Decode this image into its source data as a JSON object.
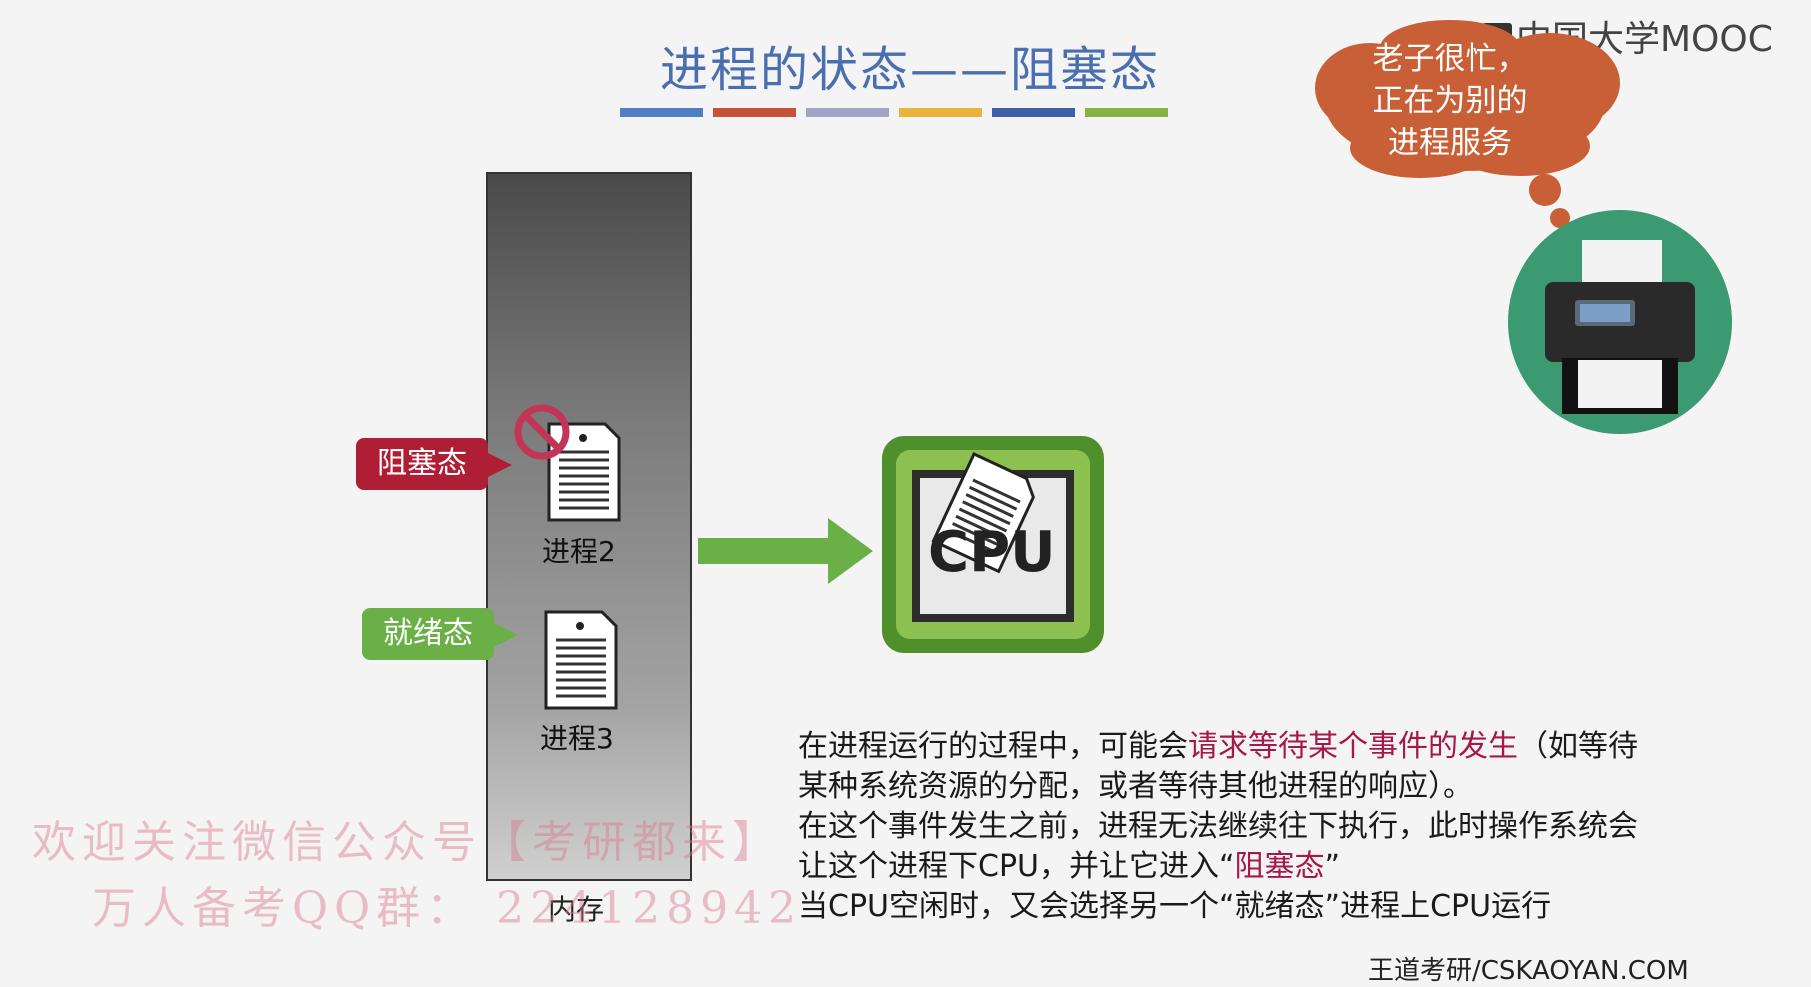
{
  "title": "进程的状态——阻塞态",
  "title_bar_colors": [
    "#4f7ec4",
    "#c8513c",
    "#a3a3c7",
    "#e8b53a",
    "#3e5fa8",
    "#88b244"
  ],
  "logo": {
    "text": "中国大学MOOC"
  },
  "cloud": {
    "lines": [
      "老子很忙，",
      "正在为别的",
      "进程服务"
    ],
    "color": "#c95f36"
  },
  "memory": {
    "label": "内存"
  },
  "processes": [
    {
      "name": "进程2",
      "state_tag": "阻塞态",
      "tag_color": "#b01e35"
    },
    {
      "name": "进程3",
      "state_tag": "就绪态",
      "tag_color": "#6bb046"
    }
  ],
  "cpu": {
    "label": "CPU"
  },
  "description": {
    "line1_pre": "在进程运行的过程中，可能会",
    "line1_hl": "请求等待某个事件的发生",
    "line1_post": "（如等待",
    "line2": "某种系统资源的分配，或者等待其他进程的响应）。",
    "line3": "在这个事件发生之前，进程无法继续往下执行，此时操作系统会",
    "line4_pre": "让这个进程下CPU，并让它进入“",
    "line4_hl": "阻塞态",
    "line4_post": "”",
    "line5": "当CPU空闲时，又会选择另一个“就绪态”进程上CPU运行"
  },
  "watermark": {
    "line1": "欢迎关注微信公众号【考研都来】",
    "line2": "万人备考QQ群： 224128942"
  },
  "brand": "王道考研/CSKAOYAN.COM"
}
